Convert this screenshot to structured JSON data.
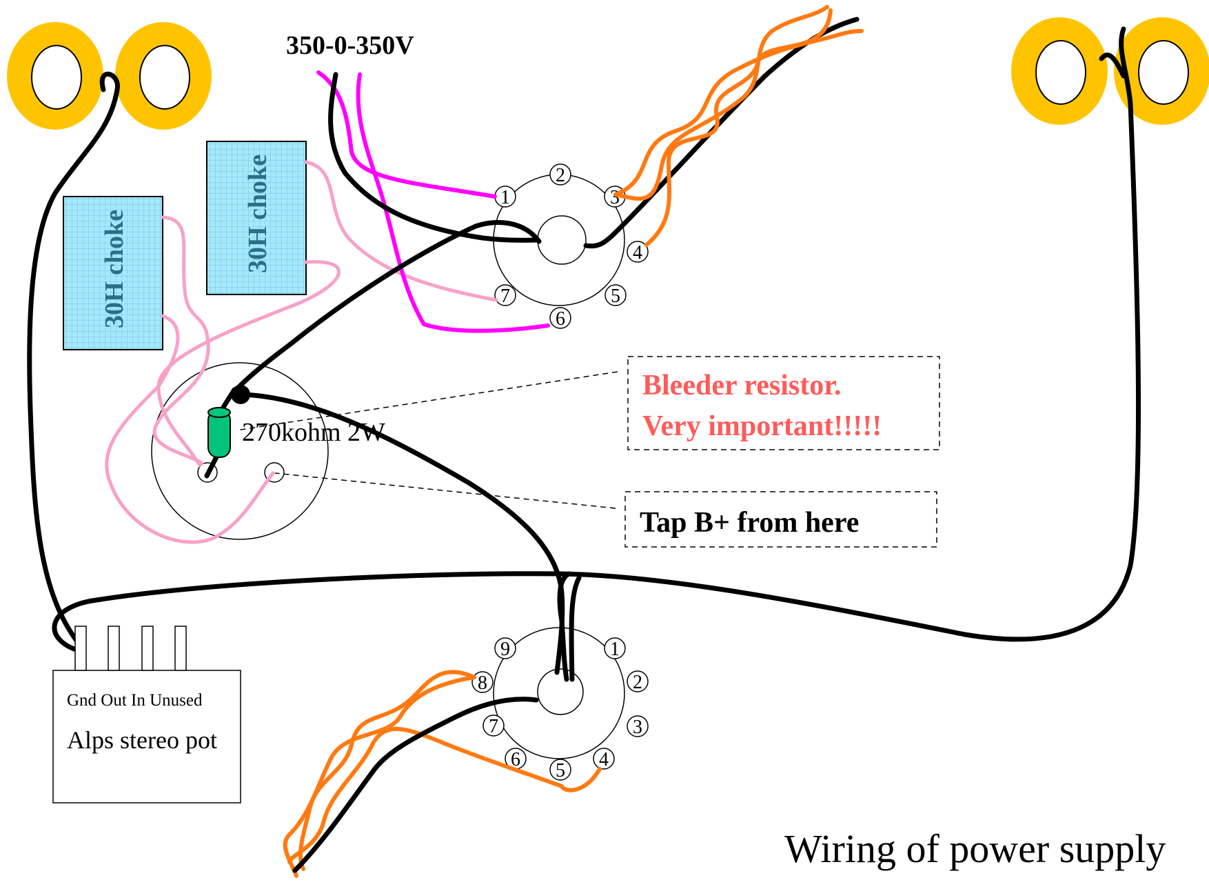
{
  "voltage_label": "350-0-350V",
  "choke_left": {
    "label": "30H choke"
  },
  "choke_right": {
    "label": "30H choke"
  },
  "resistor_label": "270kohm 2W",
  "callout_bleeder": {
    "line1": "Bleeder resistor.",
    "line2": "Very important!!!!!"
  },
  "callout_tap": {
    "text": "Tap B+ from here"
  },
  "pot": {
    "pins_label": "Gnd Out In Unused",
    "name": "Alps stereo pot"
  },
  "socket_top": {
    "pins": [
      "1",
      "2",
      "3",
      "4",
      "5",
      "6",
      "7"
    ]
  },
  "socket_bottom": {
    "pins": [
      "1",
      "2",
      "3",
      "4",
      "5",
      "6",
      "7",
      "8",
      "9"
    ]
  },
  "caption": "Wiring of power supply",
  "colors": {
    "ring_fill": "#ffc400",
    "choke_fill": "#a6e8fb",
    "bleeder_text": "#ff5b5b",
    "resistor_fill": "#00c47a",
    "wire_black": "#000000",
    "wire_magenta": "#ff00ff",
    "wire_pink": "#f7a1c9",
    "wire_orange": "#ff7a12"
  }
}
